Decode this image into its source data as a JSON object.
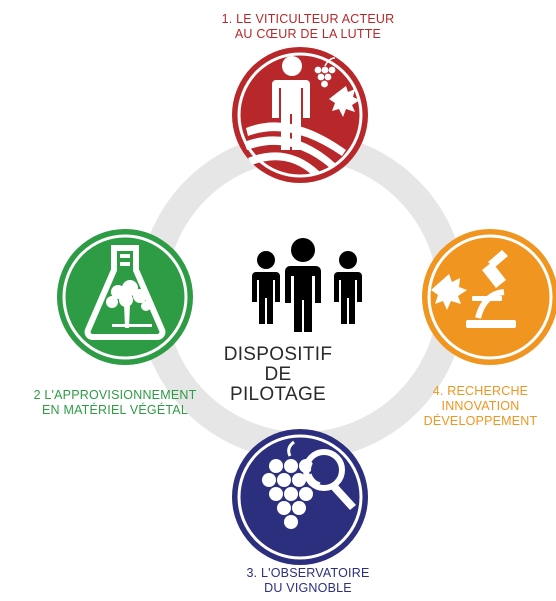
{
  "center": {
    "line1": "DISPOSITIF",
    "line2": "DE PILOTAGE"
  },
  "nodes": [
    {
      "id": "viticulteur",
      "line1": "1. LE VITICULTEUR ACTEUR",
      "line2": "AU CŒUR DE LA LUTTE",
      "icon": "farmer-vineyard-icon",
      "color": "#b8282a"
    },
    {
      "id": "approvisionnement",
      "line1": "2 L'APPROVISIONNEMENT",
      "line2": "EN MATÉRIEL VÉGÉTAL",
      "icon": "flask-vine-icon",
      "color": "#2e9b45"
    },
    {
      "id": "observatoire",
      "line1": "3. L'OBSERVATOIRE",
      "line2": "DU VIGNOBLE",
      "icon": "grapes-magnifier-icon",
      "color": "#2b2f7e"
    },
    {
      "id": "recherche",
      "line1": "4. RECHERCHE",
      "line2": "INNOVATION",
      "line3": "DÉVELOPPEMENT",
      "icon": "microscope-leaf-icon",
      "color": "#f0951f"
    }
  ],
  "ring_color": "#e6e6e6"
}
